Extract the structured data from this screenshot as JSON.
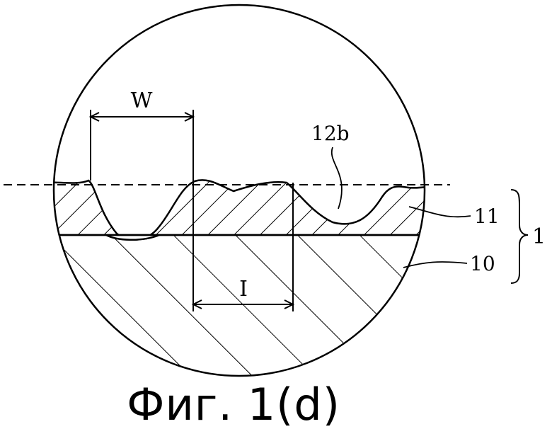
{
  "figure": {
    "caption": "Фиг. 1(d)",
    "labels": {
      "width": "W",
      "pit": "12b",
      "layer_top": "11",
      "layer_base": "10",
      "assembly": "1",
      "interval": "I"
    }
  }
}
